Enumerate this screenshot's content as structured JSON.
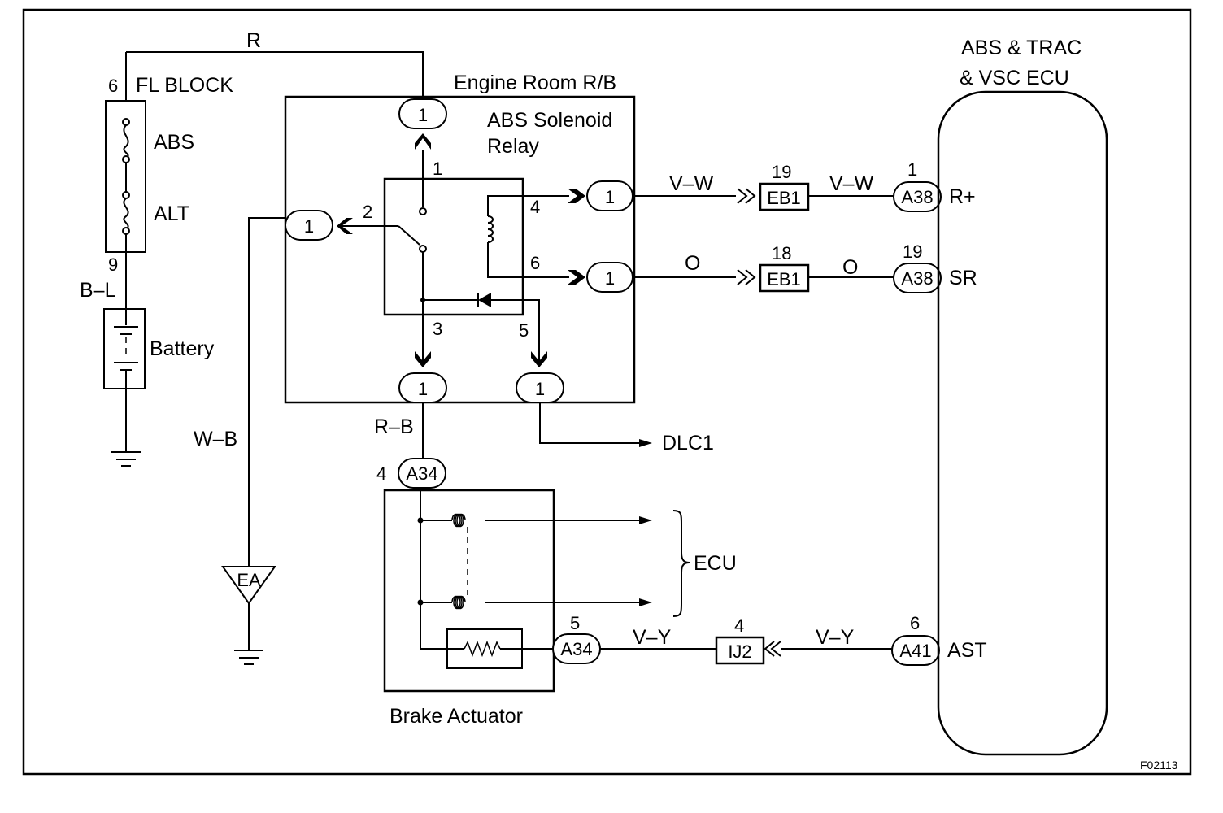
{
  "components": {
    "fl_block": "FL BLOCK",
    "abs_fuse": "ABS",
    "alt_fuse": "ALT",
    "battery": "Battery",
    "engine_room_rb": "Engine Room R/B",
    "abs_solenoid_relay": "ABS Solenoid\nRelay",
    "ecu_title": "ABS & TRAC\n& VSC ECU",
    "brake_actuator": "Brake Actuator",
    "ground_point": "EA",
    "dlc": "DLC1",
    "ecu_bracket": "ECU"
  },
  "wires": {
    "fl_to_relay": "R",
    "battery_lead": "B–L",
    "ground_lead": "W–B",
    "relay_to_actuator": "R–B",
    "relay_out_upper_a": "V–W",
    "relay_out_upper_b": "V–W",
    "relay_out_lower_a": "O",
    "relay_out_lower_b": "O",
    "ast_a": "V–Y",
    "ast_b": "V–Y"
  },
  "pins": {
    "fl_top": "6",
    "fl_bottom": "9",
    "relay_1": "1",
    "relay_2": "2",
    "relay_3": "3",
    "relay_4": "4",
    "relay_5": "5",
    "relay_6": "6",
    "rb_connector": "1",
    "eb1_upper": "19",
    "eb1_lower": "18",
    "a38_upper": "1",
    "a38_lower": "19",
    "a34_top": "4",
    "a34_side": "5",
    "ij2": "4",
    "a41": "6"
  },
  "connectors": {
    "eb1": "EB1",
    "a38": "A38",
    "a34": "A34",
    "ij2": "IJ2",
    "a41": "A41"
  },
  "terminals": {
    "r_plus": "R+",
    "sr": "SR",
    "ast": "AST"
  },
  "figure_code": "F02113"
}
